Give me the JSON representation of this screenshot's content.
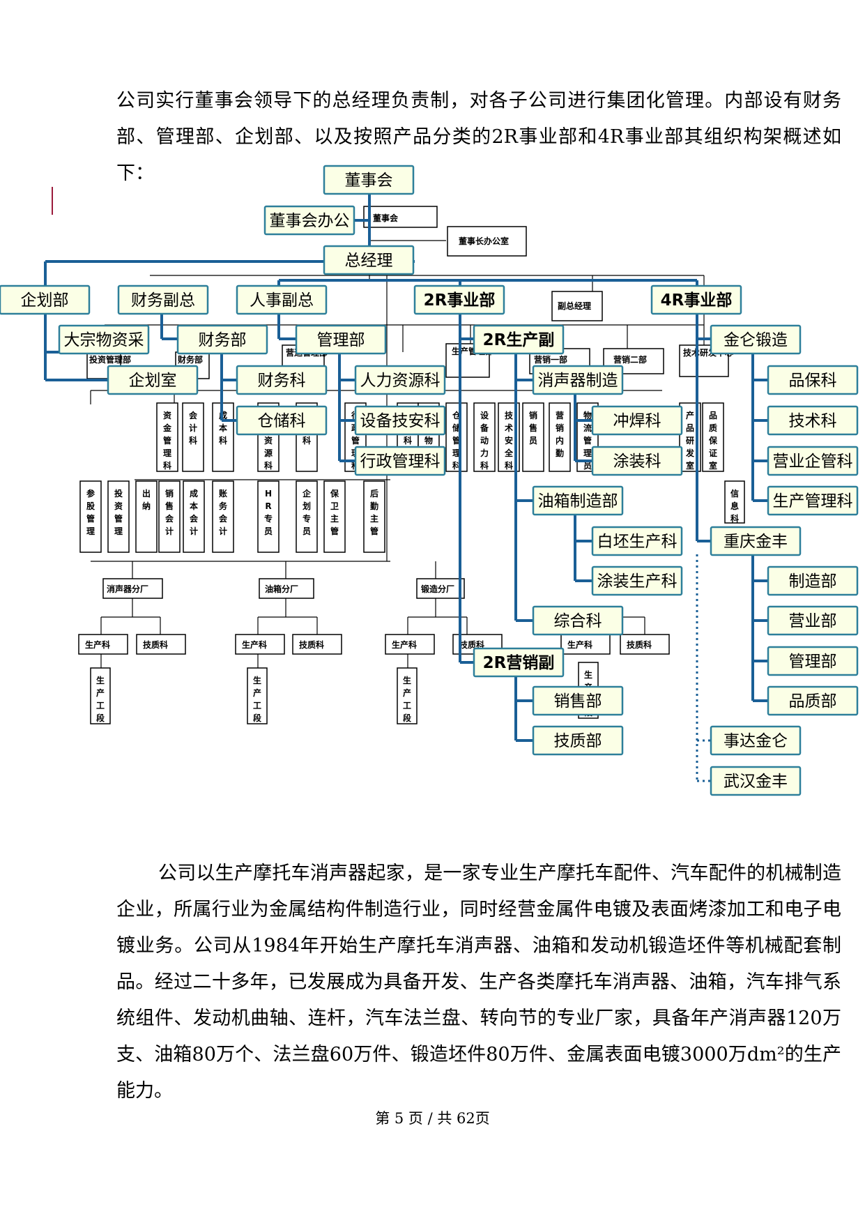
{
  "paragraph1": "公司实行董事会领导下的总经理负责制，对各子公司进行集团化管理。内部设有财务部、管理部、企划部、以及按照产品分类的2R事业部和4R事业部其组织构架概述如下：",
  "paragraph2": "公司以生产摩托车消声器起家，是一家专业生产摩托车配件、汽车配件的机械制造企业，所属行业为金属结构件制造行业，同时经营金属件电镀及表面烤漆加工和电子电镀业务。公司从1984年开始生产摩托车消声器、油箱和发动机锻造坯件等机械配套制品。经过二十多年，已发展成为具备开发、生产各类摩托车消声器、油箱，汽车排气系统组件、发动机曲轴、连杆，汽车法兰盘、转向节的专业厂家，具备年产消声器120万支、油箱80万个、法兰盘60万件、锻造坯件80万件、金属表面电镀3000万dm²的生产能力。",
  "footer": "第 5 页 / 共 62页",
  "colors": {
    "box_fill": "#fbffe6",
    "box_border": "#2d7f9a",
    "connector": "#1a5f96"
  },
  "org_new": {
    "board": "董事会",
    "board_office": "董事会办公",
    "gm": "总经理",
    "planning": "企划部",
    "finance_vp": "财务副总",
    "hr_vp": "人事副总",
    "biz_2r": "2R事业部",
    "biz_4r": "4R事业部",
    "bulk_purchase": "大宗物资采",
    "finance_dept": "财务部",
    "mgmt_dept": "管理部",
    "prod_vp_2r": "2R生产副",
    "jinlun_forging": "金仑锻造",
    "planning_office": "企划室",
    "finance_section": "财务科",
    "hr_section": "人力资源科",
    "muffler_mfg": "消声器制造",
    "qa_section": "品保科",
    "warehouse": "仓储科",
    "equip_tech": "设备技安科",
    "welding": "冲焊科",
    "tech_section": "技术科",
    "admin_section": "行政管理科",
    "painting": "涂装科",
    "sales_mgmt": "营业企管科",
    "prod_mgmt": "生产管理科",
    "tank_mfg": "油箱制造部",
    "blank_prod": "白坯生产科",
    "chongqing_jinfeng": "重庆金丰",
    "painting_prod": "涂装生产科",
    "cq_mfg": "制造部",
    "general_section": "综合科",
    "cq_sales": "营业部",
    "sales_vp_2r": "2R营销副",
    "cq_mgmt": "管理部",
    "sales_dept": "销售部",
    "cq_quality": "品质部",
    "tech_quality": "技质部",
    "shida_jinlun": "事达金仑",
    "wuhan_jinfeng": "武汉金丰"
  },
  "org_old": {
    "board": "董事会",
    "chairman_office": "董事长办公室",
    "deputy_gm": "副总经理",
    "invest_mgmt_dept": "投资管理部",
    "finance_dept": "财务部",
    "ops_mgmt_dept": "营运管理部",
    "prod_mgmt_dept": "生产管理部",
    "sales_1": "营销一部",
    "sales_2": "营销二部",
    "tech_rd_center": "技术研发中心",
    "col_fund": "资金管理科",
    "col_accounting": "会计科",
    "col_cost": "成本科",
    "col_hr": "人力资源科",
    "col_planning": "企划科",
    "col_admin": "行政管理科",
    "col_purchase": "采购科",
    "col_logistics": "生产物流科",
    "col_warehouse": "仓储管理科",
    "col_equipment": "设备动力科",
    "col_safety": "技术安全科",
    "col_salesperson": "销售员",
    "col_sales_internal": "营销内勤",
    "col_material": "物流管理员",
    "col_product_dev": "产品研发室",
    "col_quality": "品质保证室",
    "col_it": "信息科",
    "leaf_invest_svc": "参股管理",
    "leaf_invest": "投资管理",
    "leaf_cashier": "出纳",
    "leaf_sales_acct": "销售会计",
    "leaf_cost_acct": "成本会计",
    "leaf_ledger": "账务会计",
    "leaf_hr": "HR专员",
    "leaf_planner": "企划专员",
    "leaf_security": "保卫主管",
    "leaf_logistics": "后勤主管",
    "factory_muffler": "消声器分厂",
    "factory_tank": "油箱分厂",
    "factory_forging": "锻造分厂",
    "f_prod": "生产科",
    "f_tech": "技质科",
    "f_stage": "生产工段"
  }
}
